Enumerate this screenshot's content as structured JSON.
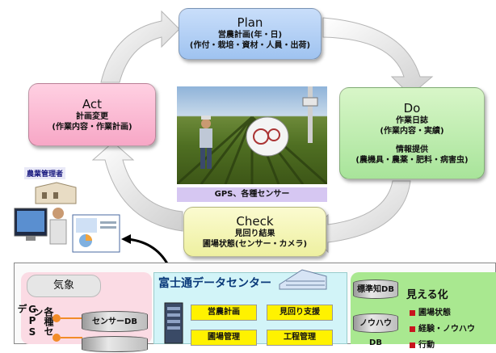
{
  "plan": {
    "title": "Plan",
    "line1": "営農計画(年・日)",
    "line2": "(作付・栽培・資材・人員・出荷)"
  },
  "do": {
    "title": "Do",
    "line1": "作業日誌",
    "line2": "(作業内容・実績)",
    "line3": "情報提供",
    "line4": "(農機具・農薬・肥料・病害虫)"
  },
  "check": {
    "title": "Check",
    "line1": "見回り結果",
    "line2": "圃場状態(センサー・カメラ)"
  },
  "act": {
    "title": "Act",
    "line1": "計画変更",
    "line2": "(作業内容・作業計画)"
  },
  "photo_caption": "GPS、各種センサー",
  "farm_manager": "農業管理者",
  "left_panel": {
    "weather": "気象",
    "gps": "GPSデ",
    "sensor": "各種セン",
    "sensor_db": "センサーDB"
  },
  "datacenter": {
    "title": "富士通データセンター",
    "items": [
      "営農計画",
      "見回り支援",
      "圃場管理",
      "工程管理"
    ]
  },
  "right_panel": {
    "db1": "標準知DB",
    "db2": "ノウハウDB",
    "title": "見える化",
    "bullets": [
      "圃場状態",
      "経験・ノウハウ",
      "行動"
    ]
  },
  "colors": {
    "plan": "#9fc3f0",
    "do": "#a8e49a",
    "check": "#eef0a0",
    "act": "#f7a7c6",
    "datacenter": "#d2f4f8",
    "highlight": "#fff200",
    "bullet": "#c8141e"
  }
}
